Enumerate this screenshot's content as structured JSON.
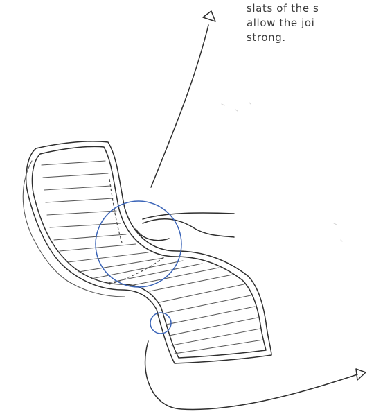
{
  "annotation": {
    "line1": "slats of the s",
    "line2": "allow  the joi",
    "line3": "strong."
  },
  "colors": {
    "pencil": "#2e2e2e",
    "highlight_circle": "#3a64b8",
    "paper": "#ffffff"
  }
}
